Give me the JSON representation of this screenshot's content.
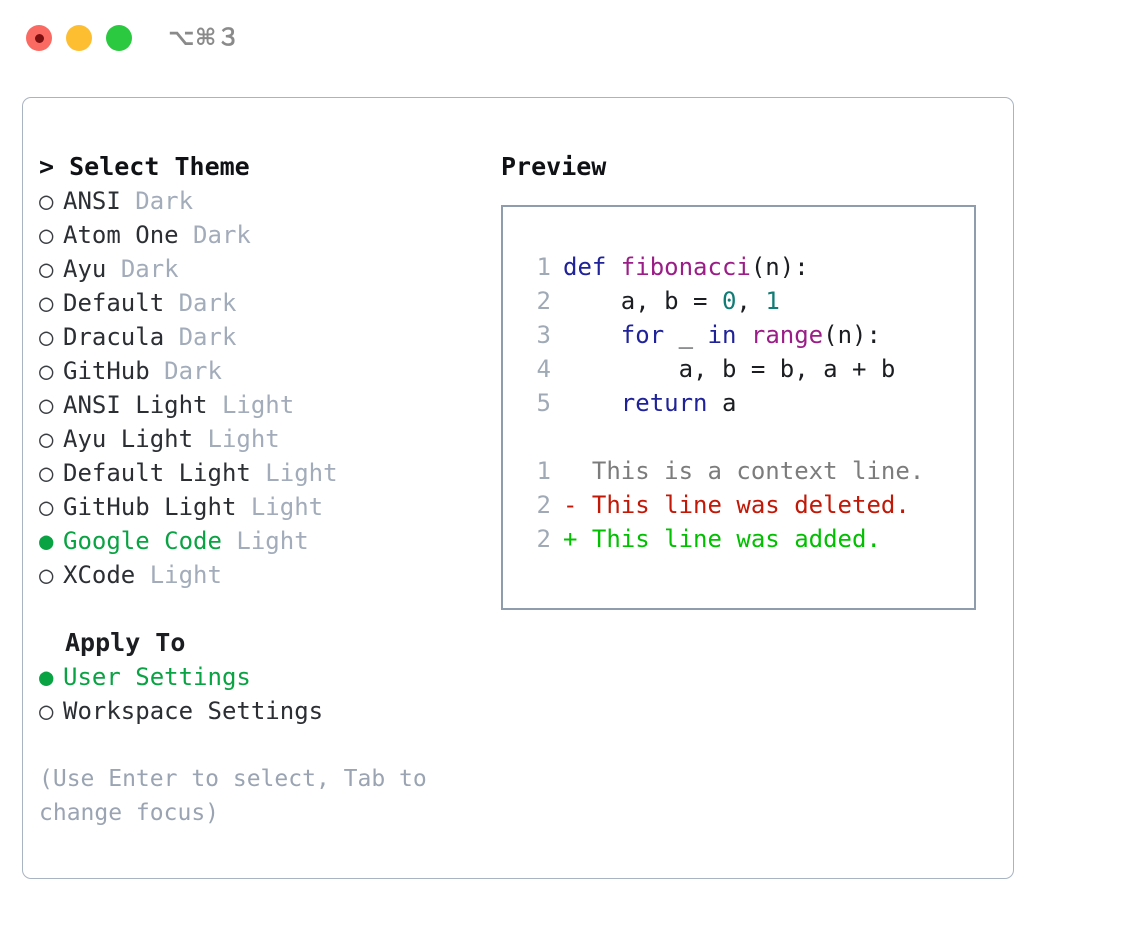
{
  "titlebar": {
    "traffic_lights": [
      "close-button",
      "minimize-button",
      "maximize-button"
    ],
    "shortcut_label": "⌥⌘３"
  },
  "theme_picker": {
    "header": "> Select Theme",
    "bullet_selected": "●",
    "bullet_unselected": "○",
    "selected_index": 10,
    "items": [
      {
        "label": "ANSI",
        "variant": "Dark",
        "selected": false
      },
      {
        "label": "Atom One",
        "variant": "Dark",
        "selected": false
      },
      {
        "label": "Ayu",
        "variant": "Dark",
        "selected": false
      },
      {
        "label": "Default",
        "variant": "Dark",
        "selected": false
      },
      {
        "label": "Dracula",
        "variant": "Dark",
        "selected": false
      },
      {
        "label": "GitHub",
        "variant": "Dark",
        "selected": false
      },
      {
        "label": "ANSI Light",
        "variant": "Light",
        "selected": false
      },
      {
        "label": "Ayu Light",
        "variant": "Light",
        "selected": false
      },
      {
        "label": "Default Light",
        "variant": "Light",
        "selected": false
      },
      {
        "label": "GitHub Light",
        "variant": "Light",
        "selected": false
      },
      {
        "label": "Google Code",
        "variant": "Light",
        "selected": true
      },
      {
        "label": "XCode",
        "variant": "Light",
        "selected": false
      }
    ]
  },
  "apply_to": {
    "header": "Apply To",
    "items": [
      {
        "label": "User Settings",
        "selected": true
      },
      {
        "label": "Workspace Settings",
        "selected": false
      }
    ]
  },
  "hint": "(Use Enter to select, Tab to change focus)",
  "preview": {
    "title": "Preview",
    "code": [
      {
        "num": "1",
        "tokens": [
          {
            "t": "def ",
            "c": "kw"
          },
          {
            "t": "fibonacci",
            "c": "fn"
          },
          {
            "t": "(n):",
            "c": "punct"
          }
        ]
      },
      {
        "num": "2",
        "tokens": [
          {
            "t": "    a, b = ",
            "c": "plain"
          },
          {
            "t": "0",
            "c": "num"
          },
          {
            "t": ", ",
            "c": "plain"
          },
          {
            "t": "1",
            "c": "num"
          }
        ]
      },
      {
        "num": "3",
        "tokens": [
          {
            "t": "    ",
            "c": "plain"
          },
          {
            "t": "for",
            "c": "kw"
          },
          {
            "t": " _ ",
            "c": "plain"
          },
          {
            "t": "in",
            "c": "kw"
          },
          {
            "t": " ",
            "c": "plain"
          },
          {
            "t": "range",
            "c": "fn"
          },
          {
            "t": "(n):",
            "c": "punct"
          }
        ]
      },
      {
        "num": "4",
        "tokens": [
          {
            "t": "        a, b = b, a + b",
            "c": "plain"
          }
        ]
      },
      {
        "num": "5",
        "tokens": [
          {
            "t": "    ",
            "c": "plain"
          },
          {
            "t": "return",
            "c": "kw"
          },
          {
            "t": " a",
            "c": "plain"
          }
        ]
      }
    ],
    "diff": [
      {
        "num": "1",
        "marker": " ",
        "text": "This is a context line.",
        "kind": "ctx"
      },
      {
        "num": "2",
        "marker": "-",
        "text": "This line was deleted.",
        "kind": "del"
      },
      {
        "num": "2",
        "marker": "+",
        "text": "This line was added.",
        "kind": "add"
      }
    ]
  },
  "colors": {
    "accent_green": "#0aa343",
    "keyword": "#1f2299",
    "function": "#9b1d87",
    "number": "#0f7c76",
    "diff_deleted": "#c21807",
    "diff_added": "#00c000",
    "muted": "#a2acba",
    "panel_border": "#a9b4c2",
    "preview_border": "#8e9cad"
  }
}
